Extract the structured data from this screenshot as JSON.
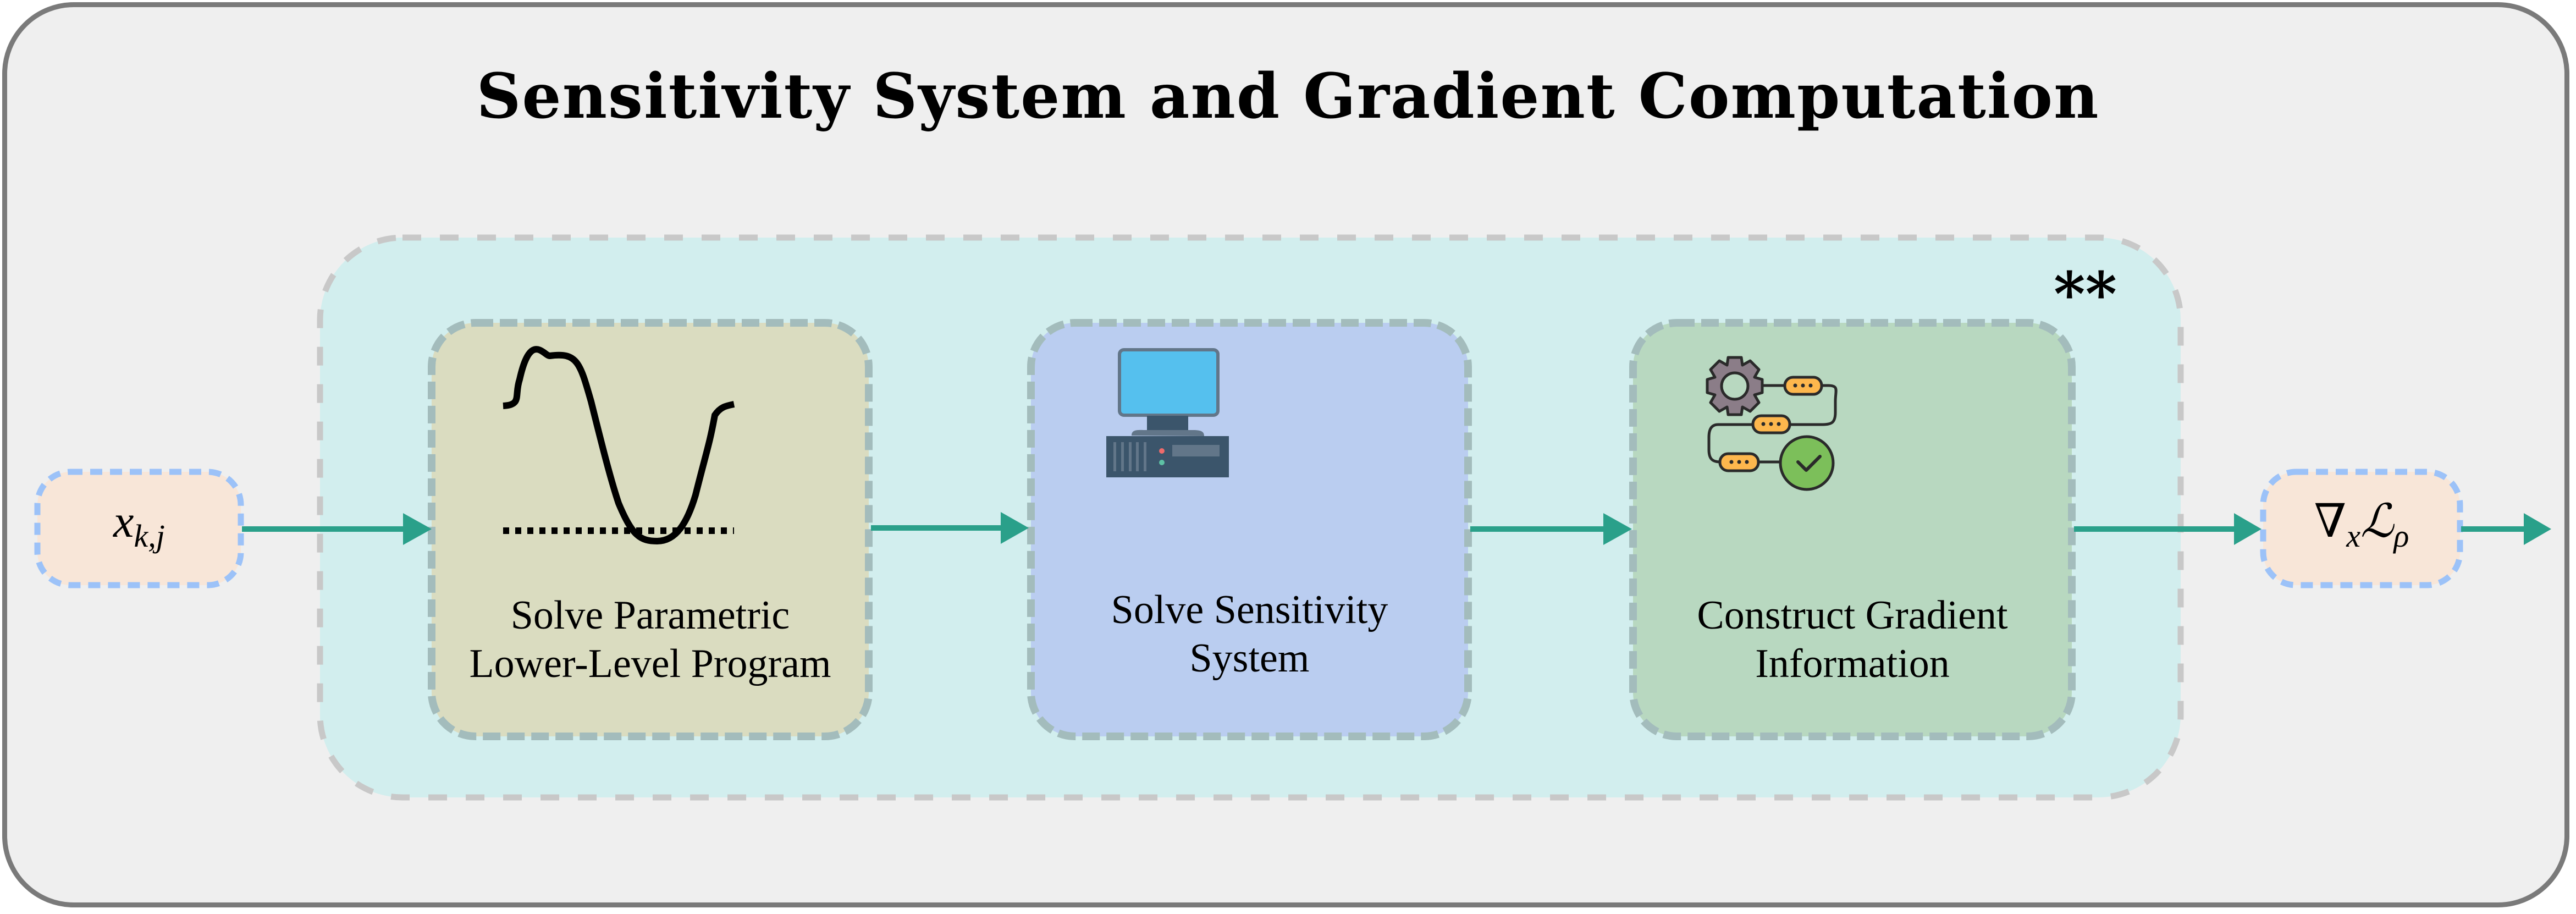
{
  "title": "Sensitivity System and Gradient Computation",
  "input": {
    "symbol": "x",
    "subscript": "k,j",
    "label": "x_{k,j}"
  },
  "output": {
    "symbol": "∇",
    "subscript_x": "x",
    "loss": "ℒ",
    "subscript_rho": "ρ",
    "label": "∇_x ℒ_ρ"
  },
  "container": {
    "marker": "**"
  },
  "stages": [
    {
      "id": "solve-parametric",
      "line1": "Solve Parametric",
      "line2": "Lower-Level Program",
      "icon": "sine-curve-icon"
    },
    {
      "id": "solve-sensitivity",
      "line1": "Solve Sensitivity",
      "line2": "System",
      "icon": "desktop-computer-icon"
    },
    {
      "id": "construct-gradient",
      "line1": "Construct Gradient",
      "line2": "Information",
      "icon": "gear-workflow-check-icon"
    }
  ],
  "colors": {
    "frame_border": "#7a7a7a",
    "frame_bg": "#efefef",
    "container_bg": "#d2eeee",
    "container_border": "#c8c8c8",
    "stage_border": "#a3bcbc",
    "stage1_bg": "#dadcc0",
    "stage2_bg": "#bacdf0",
    "stage3_bg": "#b8d8c0",
    "io_bg": "#f8e6d8",
    "io_border": "#9cc2f8",
    "arrow": "#2aa08a"
  }
}
